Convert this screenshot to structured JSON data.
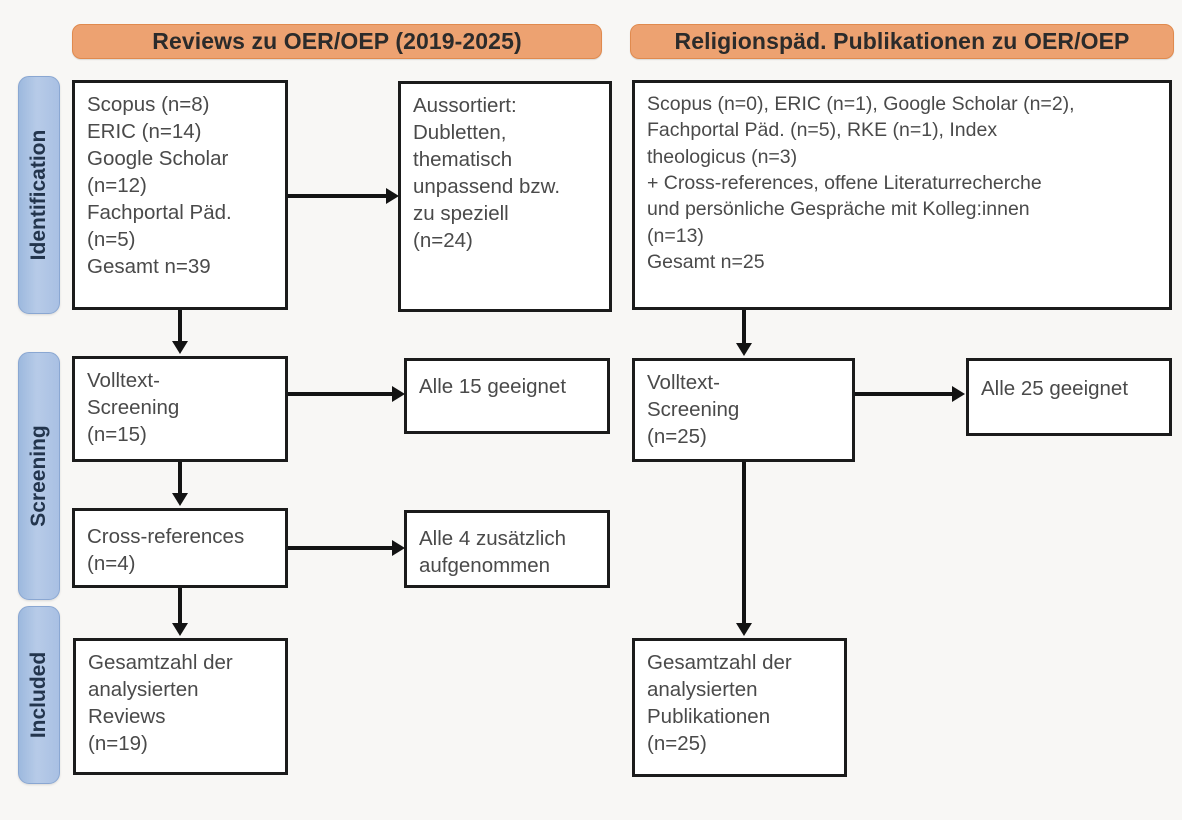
{
  "headers": {
    "left": "Reviews zu OER/OEP (2019-2025)",
    "right": "Religionspäd. Publikationen zu OER/OEP"
  },
  "stages": [
    {
      "id": "identification",
      "label": "Identification"
    },
    {
      "id": "screening",
      "label": "Screening"
    },
    {
      "id": "included",
      "label": "Included"
    }
  ],
  "colors": {
    "header_bar": "#eda271",
    "stage_label": "#a9c0e3",
    "box_border": "#1b1b1b",
    "box_fill": "#ffffff",
    "text": "#4a4a4a",
    "background": "#f8f7f5"
  },
  "left_column": {
    "identification_sources": "Scopus (n=8)\nERIC (n=14)\nGoogle Scholar\n(n=12)\nFachportal Päd.\n(n=5)\nGesamt n=39",
    "excluded": "Aussortiert:\nDubletten,\nthematisch\nunpassend bzw.\nzu speziell\n(n=24)",
    "fulltext_screening": "Volltext-\nScreening\n(n=15)",
    "all_suitable": "Alle 15 geeignet",
    "cross_references": "Cross-references\n(n=4)",
    "all_added": "Alle 4 zusätzlich\naufgenommen",
    "included_total": "Gesamtzahl der\nanalysierten\nReviews\n(n=19)"
  },
  "right_column": {
    "identification_sources": "Scopus (n=0), ERIC (n=1), Google Scholar (n=2),\nFachportal Päd. (n=5), RKE (n=1), Index\ntheologicus (n=3)\n+ Cross-references, offene Literaturrecherche\nund persönliche Gespräche mit Kolleg:innen\n(n=13)\nGesamt n=25",
    "fulltext_screening": "Volltext-\nScreening\n(n=25)",
    "all_suitable": "Alle 25 geeignet",
    "included_total": "Gesamtzahl der\nanalysierten\nPublikationen\n(n=25)"
  },
  "chart_data": {
    "type": "diagram",
    "diagram_type": "PRISMA flow diagram",
    "stages": [
      "Identification",
      "Screening",
      "Included"
    ],
    "columns": [
      {
        "title": "Reviews zu OER/OEP (2019-2025)",
        "records": {
          "Scopus": 8,
          "ERIC": 14,
          "Google Scholar": 12,
          "Fachportal Päd.": 5,
          "Gesamt": 39,
          "Aussortiert": 24,
          "Volltext-Screening": 15,
          "Alle geeignet": 15,
          "Cross-references": 4,
          "Alle zusätzlich aufgenommen": 4,
          "Gesamtzahl der analysierten Reviews": 19
        }
      },
      {
        "title": "Religionspäd. Publikationen zu OER/OEP",
        "records": {
          "Scopus": 0,
          "ERIC": 1,
          "Google Scholar": 2,
          "Fachportal Päd.": 5,
          "RKE": 1,
          "Index theologicus": 3,
          "Cross-references, offene Literaturrecherche und persönliche Gespräche mit Kolleg:innen": 13,
          "Gesamt": 25,
          "Volltext-Screening": 25,
          "Alle geeignet": 25,
          "Gesamtzahl der analysierten Publikationen": 25
        }
      }
    ]
  }
}
